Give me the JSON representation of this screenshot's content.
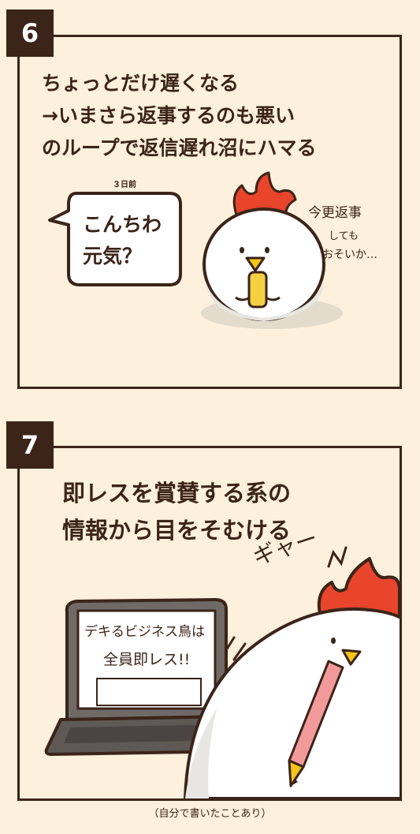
{
  "panel6": {
    "number": "6",
    "heading_lines": [
      "ちょっとだけ遅くなる",
      "→いまさら返事するのも悪い",
      "のループで返信遅れ沼にハマる"
    ],
    "bubble_timestamp": "３日前",
    "bubble_lines": [
      "こんちわ",
      "元気？"
    ],
    "chicken_thought_lines": [
      "今更返事",
      "しても",
      "おそいか…"
    ]
  },
  "panel7": {
    "number": "7",
    "heading_lines": [
      "即レスを賞賛する系の",
      "情報から目をそむける"
    ],
    "laptop_screen_lines": [
      "デキるビジネス鳥は",
      "全員即レス!!"
    ],
    "sound_effect": "ギャー"
  },
  "caption": "（自分で書いたことあり）",
  "colors": {
    "background": "#fdf0dc",
    "ink": "#3b2418",
    "comb": "#e8452c",
    "beak": "#f5c518",
    "pencil": "#f29a9a"
  }
}
